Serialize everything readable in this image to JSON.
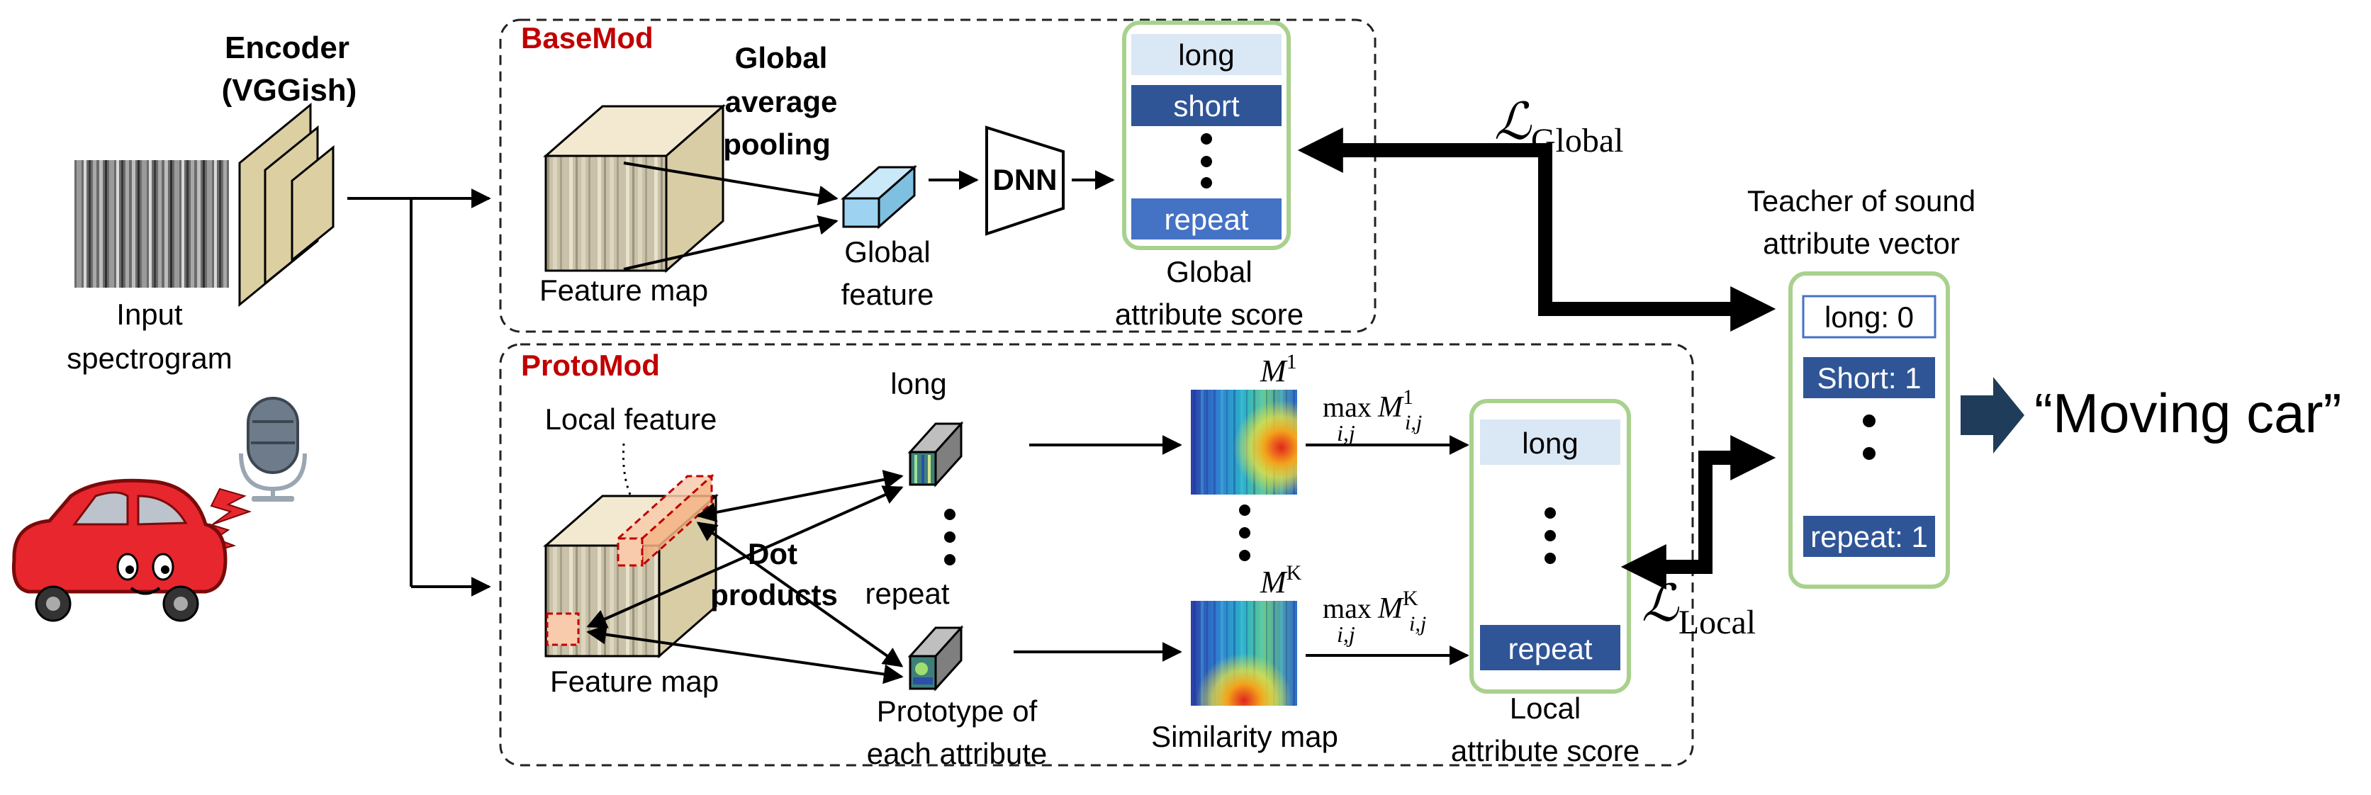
{
  "encoder": {
    "title_line1": "Encoder",
    "title_line2": "(VGGish)",
    "input_line1": "Input",
    "input_line2": "spectrogram"
  },
  "basemod": {
    "title": "BaseMod",
    "gap_line1": "Global",
    "gap_line2": "average",
    "gap_line3": "pooling",
    "feature_map": "Feature map",
    "global_feature_line1": "Global",
    "global_feature_line2": "feature",
    "dnn": "DNN",
    "score_items": [
      "long",
      "short",
      "repeat"
    ],
    "score_label_line1": "Global",
    "score_label_line2": "attribute score"
  },
  "protomod": {
    "title": "ProtoMod",
    "local_feature": "Local feature",
    "dot_line1": "Dot",
    "dot_line2": "products",
    "feature_map": "Feature map",
    "proto_top_label": "long",
    "proto_bottom_label": "repeat",
    "proto_caption_line1": "Prototype of",
    "proto_caption_line2": "each attribute",
    "map_label_top": "M",
    "map_sup_top": "1",
    "map_label_bottom": "M",
    "map_sup_bottom": "K",
    "max_word": "max",
    "max_sub": "i,j",
    "max_top_M": "M",
    "max_top_sup": "1",
    "max_top_sub": "i,j",
    "max_bottom_M": "M",
    "max_bottom_sup": "K",
    "max_bottom_sub": "i,j",
    "similarity_caption": "Similarity map",
    "score_items": [
      "long",
      "repeat"
    ],
    "score_label_line1": "Local",
    "score_label_line2": "attribute score"
  },
  "losses": {
    "global_L": "ℒ",
    "global_sub": "Global",
    "local_L": "ℒ",
    "local_sub": "Local"
  },
  "teacher": {
    "title_line1": "Teacher of sound",
    "title_line2": "attribute vector",
    "items": [
      "long: 0",
      "Short: 1",
      "repeat: 1"
    ]
  },
  "output": {
    "text": "“Moving car”"
  },
  "colors": {
    "dashed_border": "#222222",
    "module_title": "#c00000",
    "score_box_border": "#a9d18e",
    "light_item": "#dae8f5",
    "dark_item": "#2f5597",
    "mid_item": "#4472c4",
    "cube_front": "#c7bfa6",
    "cube_top": "#f2e9d0",
    "cube_side": "#d9cda6",
    "global_feature": "#9dd3f0",
    "prototype": "#8c8c8c",
    "highlight_box": "#f8cbad",
    "highlight_border": "#c00000",
    "arrow_dark": "#1f3c5a",
    "car_red": "#e8262e"
  },
  "icons": [
    "microphone-icon",
    "car-icon",
    "spectrogram-image",
    "similarity-heatmap"
  ]
}
